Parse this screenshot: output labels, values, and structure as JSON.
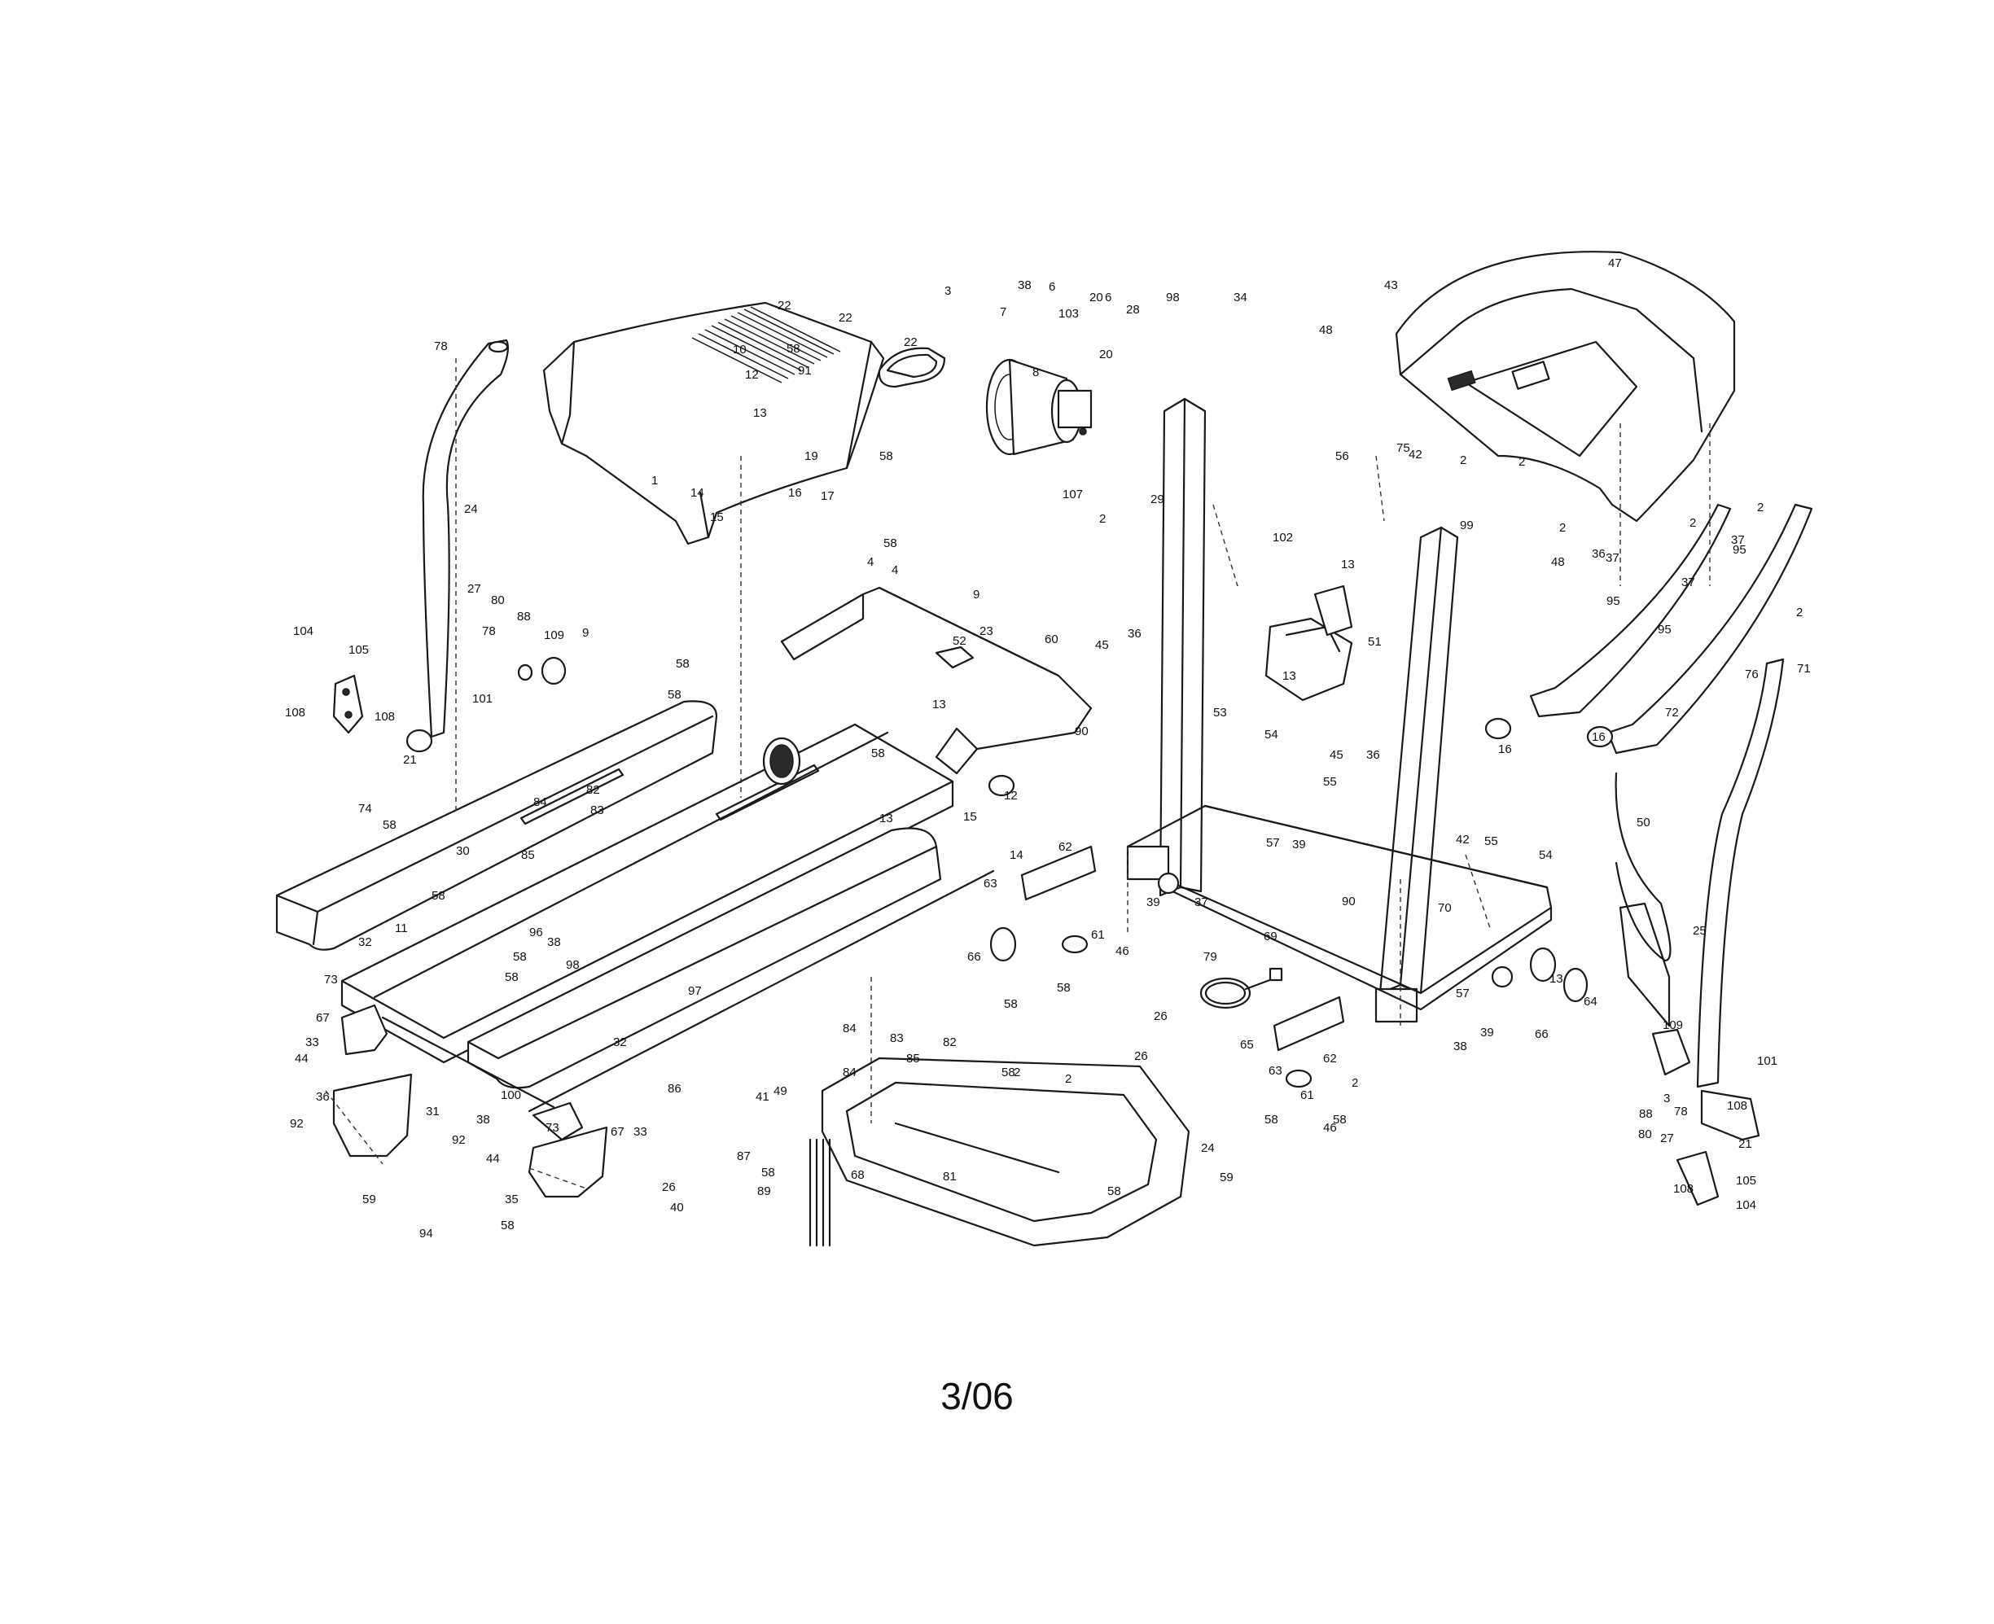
{
  "footer": {
    "date_code": "3/06"
  },
  "callouts": [
    {
      "t": "22"
    },
    {
      "t": "22"
    },
    {
      "t": "22"
    },
    {
      "t": "1"
    },
    {
      "t": "3"
    },
    {
      "t": "38"
    },
    {
      "t": "6"
    },
    {
      "t": "7"
    },
    {
      "t": "103"
    },
    {
      "t": "20"
    },
    {
      "t": "6"
    },
    {
      "t": "28"
    },
    {
      "t": "20"
    },
    {
      "t": "8"
    },
    {
      "t": "98"
    },
    {
      "t": "34"
    },
    {
      "t": "48"
    },
    {
      "t": "43"
    },
    {
      "t": "47"
    },
    {
      "t": "75"
    },
    {
      "t": "2"
    },
    {
      "t": "2"
    },
    {
      "t": "2"
    },
    {
      "t": "78"
    },
    {
      "t": "24"
    },
    {
      "t": "104"
    },
    {
      "t": "105"
    },
    {
      "t": "108"
    },
    {
      "t": "108"
    },
    {
      "t": "27"
    },
    {
      "t": "80"
    },
    {
      "t": "88"
    },
    {
      "t": "78"
    },
    {
      "t": "109"
    },
    {
      "t": "9"
    },
    {
      "t": "58"
    },
    {
      "t": "101"
    },
    {
      "t": "21"
    },
    {
      "t": "58"
    },
    {
      "t": "74"
    },
    {
      "t": "58"
    },
    {
      "t": "84"
    },
    {
      "t": "82"
    },
    {
      "t": "83"
    },
    {
      "t": "85"
    },
    {
      "t": "30"
    },
    {
      "t": "58"
    },
    {
      "t": "11"
    },
    {
      "t": "32"
    },
    {
      "t": "73"
    },
    {
      "t": "67"
    },
    {
      "t": "33"
    },
    {
      "t": "44"
    },
    {
      "t": "36"
    },
    {
      "t": "92"
    },
    {
      "t": "31"
    },
    {
      "t": "59"
    },
    {
      "t": "58"
    },
    {
      "t": "96"
    },
    {
      "t": "38"
    },
    {
      "t": "58"
    },
    {
      "t": "98"
    },
    {
      "t": "97"
    },
    {
      "t": "32"
    },
    {
      "t": "100"
    },
    {
      "t": "73"
    },
    {
      "t": "33"
    },
    {
      "t": "38"
    },
    {
      "t": "92"
    },
    {
      "t": "44"
    },
    {
      "t": "35"
    },
    {
      "t": "86"
    },
    {
      "t": "67"
    },
    {
      "t": "94"
    },
    {
      "t": "58"
    },
    {
      "t": "41"
    },
    {
      "t": "49"
    },
    {
      "t": "87"
    },
    {
      "t": "58"
    },
    {
      "t": "89"
    },
    {
      "t": "26"
    },
    {
      "t": "40"
    },
    {
      "t": "68"
    },
    {
      "t": "10"
    },
    {
      "t": "58"
    },
    {
      "t": "91"
    },
    {
      "t": "12"
    },
    {
      "t": "13"
    },
    {
      "t": "14"
    },
    {
      "t": "15"
    },
    {
      "t": "16"
    },
    {
      "t": "17"
    },
    {
      "t": "19"
    },
    {
      "t": "13"
    },
    {
      "t": "58"
    },
    {
      "t": "58"
    },
    {
      "t": "9"
    },
    {
      "t": "58"
    },
    {
      "t": "15"
    },
    {
      "t": "4"
    },
    {
      "t": "4"
    },
    {
      "t": "60"
    },
    {
      "t": "52"
    },
    {
      "t": "23"
    },
    {
      "t": "13"
    },
    {
      "t": "12"
    },
    {
      "t": "14"
    },
    {
      "t": "63"
    },
    {
      "t": "62"
    },
    {
      "t": "66"
    },
    {
      "t": "61"
    },
    {
      "t": "46"
    },
    {
      "t": "58"
    },
    {
      "t": "84"
    },
    {
      "t": "83"
    },
    {
      "t": "82"
    },
    {
      "t": "85"
    },
    {
      "t": "58"
    },
    {
      "t": "84"
    },
    {
      "t": "58"
    },
    {
      "t": "2"
    },
    {
      "t": "2"
    },
    {
      "t": "81"
    },
    {
      "t": "58"
    },
    {
      "t": "107"
    },
    {
      "t": "29"
    },
    {
      "t": "2"
    },
    {
      "t": "56"
    },
    {
      "t": "42"
    },
    {
      "t": "102"
    },
    {
      "t": "13"
    },
    {
      "t": "99"
    },
    {
      "t": "51"
    },
    {
      "t": "45"
    },
    {
      "t": "36"
    },
    {
      "t": "53"
    },
    {
      "t": "13"
    },
    {
      "t": "54"
    },
    {
      "t": "45"
    },
    {
      "t": "36"
    },
    {
      "t": "55"
    },
    {
      "t": "90"
    },
    {
      "t": "57"
    },
    {
      "t": "39"
    },
    {
      "t": "39"
    },
    {
      "t": "37"
    },
    {
      "t": "69"
    },
    {
      "t": "90"
    },
    {
      "t": "42"
    },
    {
      "t": "55"
    },
    {
      "t": "54"
    },
    {
      "t": "70"
    },
    {
      "t": "79"
    },
    {
      "t": "26"
    },
    {
      "t": "26"
    },
    {
      "t": "65"
    },
    {
      "t": "63"
    },
    {
      "t": "62"
    },
    {
      "t": "61"
    },
    {
      "t": "58"
    },
    {
      "t": "46"
    },
    {
      "t": "58"
    },
    {
      "t": "2"
    },
    {
      "t": "24"
    },
    {
      "t": "59"
    },
    {
      "t": "57"
    },
    {
      "t": "39"
    },
    {
      "t": "38"
    },
    {
      "t": "13"
    },
    {
      "t": "66"
    },
    {
      "t": "64"
    },
    {
      "t": "48"
    },
    {
      "t": "36"
    },
    {
      "t": "37"
    },
    {
      "t": "2"
    },
    {
      "t": "37"
    },
    {
      "t": "95"
    },
    {
      "t": "95"
    },
    {
      "t": "37"
    },
    {
      "t": "95"
    },
    {
      "t": "2"
    },
    {
      "t": "2"
    },
    {
      "t": "71"
    },
    {
      "t": "72"
    },
    {
      "t": "16"
    },
    {
      "t": "16"
    },
    {
      "t": "76"
    },
    {
      "t": "50"
    },
    {
      "t": "25"
    },
    {
      "t": "109"
    },
    {
      "t": "101"
    },
    {
      "t": "3"
    },
    {
      "t": "88"
    },
    {
      "t": "78"
    },
    {
      "t": "80"
    },
    {
      "t": "27"
    },
    {
      "t": "108"
    },
    {
      "t": "21"
    },
    {
      "t": "108"
    },
    {
      "t": "105"
    },
    {
      "t": "104"
    }
  ]
}
